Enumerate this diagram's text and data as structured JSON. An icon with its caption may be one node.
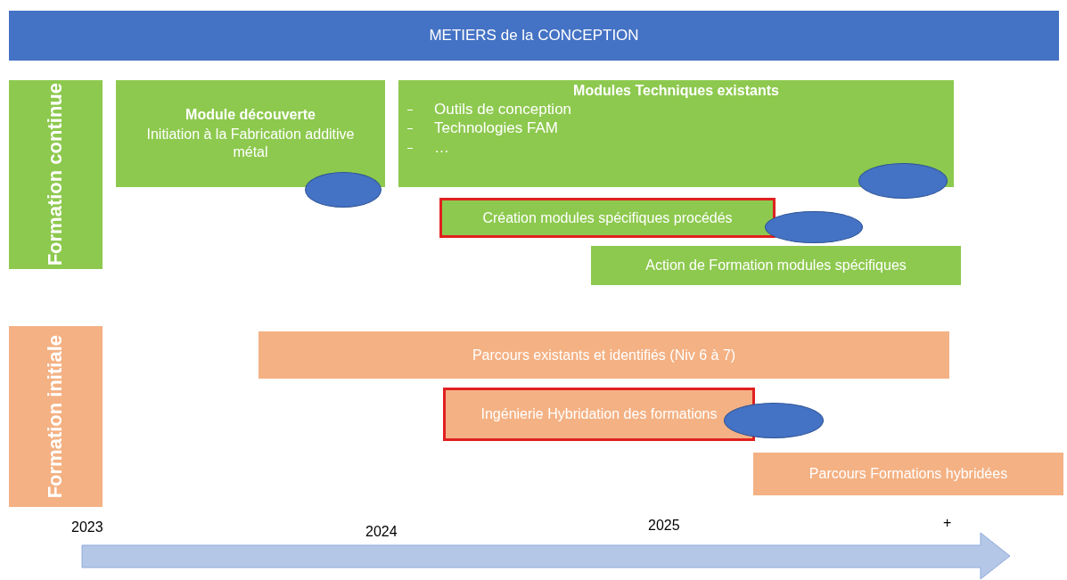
{
  "diagram": {
    "nodes": [
      {
        "text": [
          "METIERS de la CONCEPTION"
        ]
      },
      {
        "text": [
          "Formation continue"
        ]
      },
      {
        "text": [
          "Module découverte",
          "Initiation à la Fabrication additive métal"
        ]
      },
      {
        "text": [],
        "shape": "ellipse"
      },
      {
        "text": [
          "Modules Techniques existants",
          "Outils de conception",
          "Technologies FAM",
          "…"
        ]
      },
      {
        "text": [],
        "shape": "ellipse"
      },
      {
        "text": [
          "Création modules spécifiques procédés"
        ]
      },
      {
        "text": [],
        "shape": "ellipse"
      },
      {
        "text": [
          "Action de Formation modules spécifiques"
        ]
      },
      {
        "text": [
          "Formation initiale"
        ]
      },
      {
        "text": [
          "Parcours existants et identifiés (Niv 6 à 7)"
        ]
      },
      {
        "text": [
          "Ingénierie Hybridation des formations"
        ]
      },
      {
        "text": [],
        "shape": "ellipse"
      },
      {
        "text": [
          "Parcours Formations hybridées"
        ]
      }
    ],
    "edges": [],
    "labels": [
      "2023",
      "2024",
      "2025",
      "+"
    ]
  }
}
